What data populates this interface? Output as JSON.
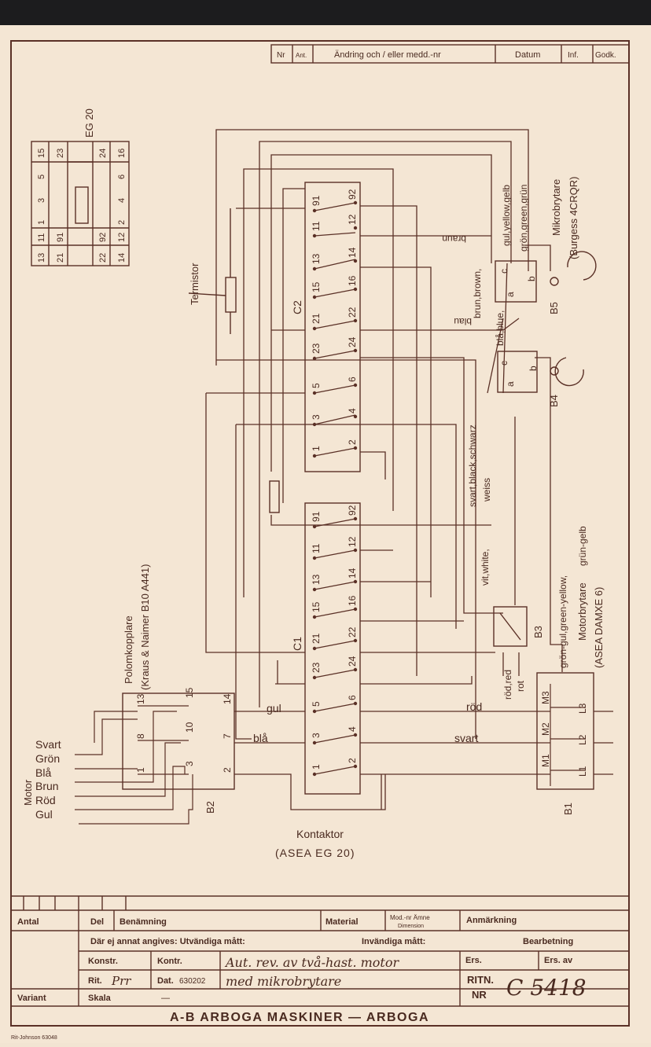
{
  "colors": {
    "ink": "#4a2a20",
    "paper": "#f4e6d4",
    "topbar": "#1c1c1e"
  },
  "revision_header": {
    "nr": "Nr",
    "ant": "Ant.",
    "change": "Ändring och / eller medd.-nr",
    "date": "Datum",
    "inf": "Inf.",
    "approved": "Godk."
  },
  "eg20_table": {
    "title": "EG 20",
    "row1": [
      "13",
      "11",
      "1",
      "3",
      "5",
      "15"
    ],
    "row2": [
      "21",
      "91",
      "",
      "",
      "",
      "23"
    ],
    "row3": [
      "22",
      "92",
      "",
      "",
      "",
      "24"
    ],
    "row4": [
      "14",
      "12",
      "2",
      "4",
      "6",
      "16"
    ]
  },
  "components": {
    "termistor": "Termistor",
    "c2": "C2",
    "c1": "C1",
    "kontaktor_1": "Kontaktor",
    "kontaktor_2": "(ASEA  EG 20)",
    "mikrobrytare_1": "Mikrobrytare",
    "mikrobrytare_2": "(Burgess  4CRQR)",
    "motorbrytare_1": "Motorbrytare",
    "motorbrytare_2": "(ASEA  DAMXE 6)",
    "polomkopplare_1": "Polomkopplare",
    "polomkopplare_2": "(Kraus & Naimer  B10 A441)",
    "b1": "B1",
    "b2": "B2",
    "b3": "B3",
    "b4": "B4",
    "b5": "B5"
  },
  "wire_labels": {
    "gul_yellow_gelb": "gul,yellow,gelb",
    "gron_green_grun": "grön,green,grün",
    "braun": "braun",
    "brun_brown": "brun,brown,",
    "bla_blue": "blå,blue,",
    "blau": "blau",
    "svart_black_schwarz": "svart,black,schwarz",
    "weiss": "weiss",
    "vit_white": "vit,white,",
    "gron_gul": "grön-gul,green-yellow,",
    "grun_gelb": "grün-gelb",
    "rod_red": "röd,red",
    "rot": "rot",
    "rod": "röd",
    "svart": "svart",
    "gul": "gul",
    "bla": "blå"
  },
  "contact_labels": {
    "top": [
      "91",
      "11",
      "13",
      "15",
      "21",
      "23",
      "5",
      "3",
      "1"
    ],
    "bottom": [
      "92",
      "12",
      "14",
      "16",
      "22",
      "24",
      "6",
      "4",
      "2"
    ]
  },
  "b2_terminals": {
    "top": [
      "13",
      "8",
      "1"
    ],
    "mid": [
      "15",
      "10",
      "3"
    ],
    "bottom": [
      "14",
      "7",
      "2"
    ]
  },
  "b1_terminals": {
    "top": [
      "M3",
      "M2",
      "M1"
    ],
    "bottom": [
      "L3",
      "L2",
      "L1"
    ]
  },
  "switch_terminals": {
    "c": "c",
    "a": "a",
    "b": "b"
  },
  "motor": {
    "label": "Motor",
    "wires": [
      "Svart",
      "Grön",
      "Blå",
      "Brun",
      "Röd",
      "Gul"
    ]
  },
  "title_block": {
    "antal": "Antal",
    "del": "Del",
    "benamning": "Benämning",
    "material": "Material",
    "mod_nr": "Mod.-nr  Ämne",
    "dimension": "Dimension",
    "anmarkning": "Anmärkning",
    "dar_ej": "Där ej annat angives: Utvändiga mått:",
    "invandiga": "Invändiga mått:",
    "bearbetning": "Bearbetning",
    "konstr_label": "Konstr.",
    "kontr_label": "Kontr.",
    "rit_label": "Rit.",
    "rit_value": "Prr",
    "dat_label": "Dat.",
    "dat_value": "630202",
    "description_1": "Aut. rev. av två-hast. motor",
    "description_2": "med mikrobrytare",
    "ers": "Ers.",
    "ers_av": "Ers. av",
    "ritn_label_1": "RITN.",
    "ritn_label_2": "NR",
    "ritn_value": "C 5418",
    "variant": "Variant",
    "skala": "Skala",
    "skala_value": "—",
    "company": "A-B  ARBOGA  MASKINER  —  ARBOGA"
  },
  "footer_mark": "Rit-Johnson  63048"
}
